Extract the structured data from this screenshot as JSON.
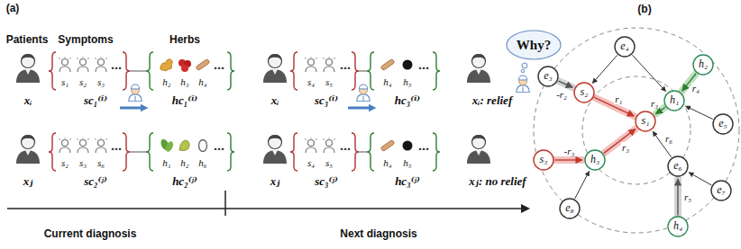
{
  "diagram": {
    "nodes": [
      {
        "text": [
          "e₄"
        ]
      },
      {
        "text": [
          "h₂"
        ]
      },
      {
        "text": [
          "e₃"
        ]
      },
      {
        "text": [
          "s₂"
        ]
      },
      {
        "text": [
          "h₁"
        ]
      },
      {
        "text": [
          "s₁"
        ]
      },
      {
        "text": [
          "e₅"
        ]
      },
      {
        "text": [
          "s₃"
        ]
      },
      {
        "text": [
          "h₃"
        ]
      },
      {
        "text": [
          "e₆"
        ]
      },
      {
        "text": [
          "e₇"
        ]
      },
      {
        "text": [
          "e₈"
        ]
      },
      {
        "text": [
          "h₄"
        ]
      }
    ],
    "edges": [
      {
        "from": 2,
        "to": 3,
        "arrow": "to",
        "label": "-r₂"
      },
      {
        "from": 3,
        "to": 5,
        "arrow": "to",
        "label": "r₁"
      },
      {
        "from": 1,
        "to": 4,
        "arrow": "to",
        "label": "r₄"
      },
      {
        "from": 4,
        "to": 5,
        "arrow": "to",
        "label": "r₃"
      },
      {
        "from": 7,
        "to": 8,
        "arrow": "to",
        "label": "-r₃"
      },
      {
        "from": 8,
        "to": 5,
        "arrow": "to",
        "label": "r₃"
      },
      {
        "from": 9,
        "to": 5,
        "arrow": "to",
        "label": "r₆"
      },
      {
        "from": 12,
        "to": 9,
        "arrow": "to",
        "label": "r₅"
      },
      {
        "from": 0,
        "to": 3,
        "arrow": "to"
      },
      {
        "from": 0,
        "to": 4,
        "arrow": "to"
      },
      {
        "from": 6,
        "to": 4,
        "arrow": "to"
      },
      {
        "from": 10,
        "to": 9,
        "arrow": "to"
      },
      {
        "from": 11,
        "to": 8,
        "arrow": "to"
      }
    ],
    "labels": [
      "(a)",
      "Patients",
      "Symptoms",
      "Herbs",
      "s₁",
      "s₂",
      "s₃",
      "⋯",
      "h₂",
      "h₃",
      "h₄",
      "⋯",
      "xᵢ",
      "sc₁⁽ⁱ⁾",
      "hc₁⁽ⁱ⁾",
      "s₄",
      "s₅",
      "⋯",
      "h₄",
      "h₅",
      "⋯",
      "xᵢ",
      "sc₃⁽ⁱ⁾",
      "hc₃⁽ⁱ⁾",
      "xᵢ: relief",
      "Why?",
      "s₂",
      "s₃",
      "s₆",
      "⋯",
      "h₁",
      "h₂",
      "h₆",
      "⋯",
      "xⱼ",
      "sc₂⁽ʲ⁾",
      "hc₂⁽ʲ⁾",
      "s₄",
      "s₅",
      "⋯",
      "h₄",
      "h₅",
      "⋯",
      "xⱼ",
      "sc₃⁽ʲ⁾",
      "hc₃⁽ʲ⁾",
      "xⱼ: no relief",
      "Current diagnosis",
      "Next diagnosis",
      "(b)"
    ]
  }
}
